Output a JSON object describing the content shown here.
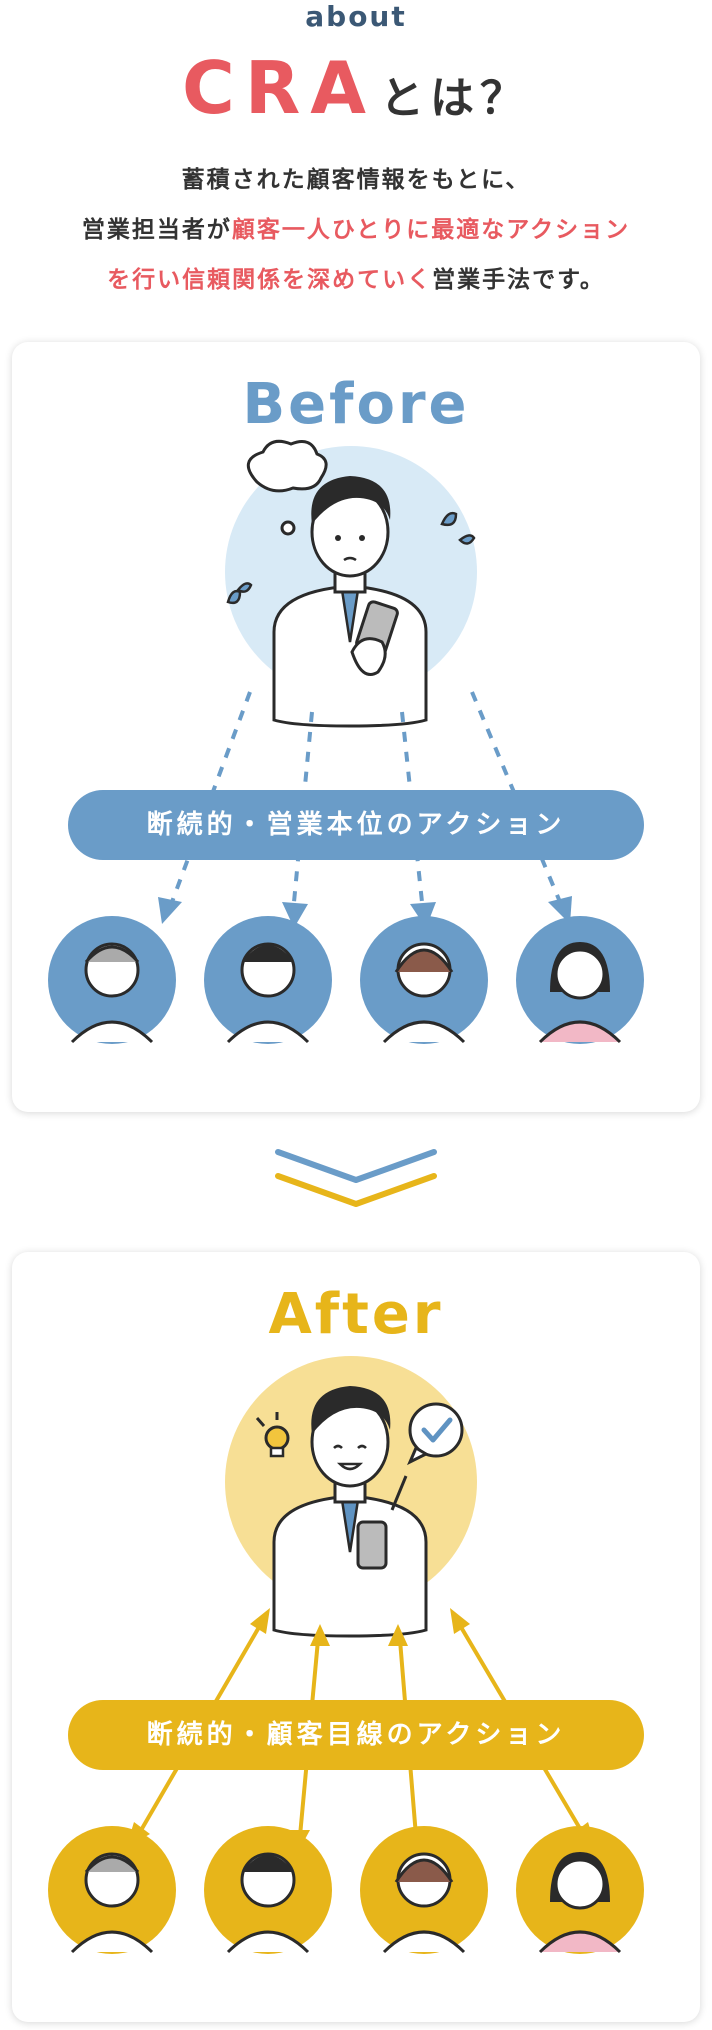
{
  "header": {
    "eyebrow": "about",
    "title_accent": "CRA",
    "title_rest": "とは？",
    "desc_line1": "蓄積された顧客情報をもとに、",
    "desc_line2_a": "営業担当者が",
    "desc_line2_b": "顧客一人ひとりに最適なアクション",
    "desc_line3_a": "を行い信頼関係を深めていく",
    "desc_line3_b": "営業手法です。"
  },
  "colors": {
    "accent_red": "#e85a60",
    "before_blue": "#6a9cc8",
    "after_yellow": "#e7b51a"
  },
  "before": {
    "title": "Before",
    "pill": "断続的・営業本位のアクション",
    "customers": [
      "elderly-man-worried",
      "man-pondering",
      "woman-sighing",
      "woman-anxious"
    ]
  },
  "after": {
    "title": "After",
    "pill": "断続的・顧客目線のアクション",
    "customers": [
      "elderly-man-surprised",
      "man-smiling",
      "woman-happy",
      "woman-delighted"
    ]
  }
}
